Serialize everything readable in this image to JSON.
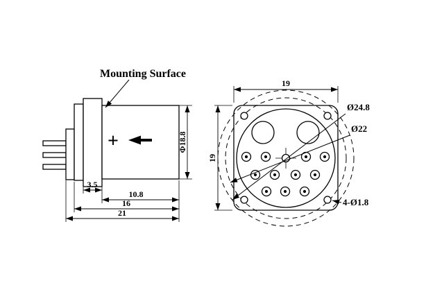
{
  "side_view": {
    "mounting_surface_label": "Mounting Surface",
    "plus_marking": "+",
    "body_diameter": "Φ18.8",
    "dims": {
      "flange_width": "3.5",
      "body_length": "10.8",
      "mid_length": "16",
      "total_length": "21"
    }
  },
  "front_view": {
    "width": "19",
    "height": "19",
    "outer_diameter": "Ø24.8",
    "case_diameter": "Ø22",
    "mounting_holes": "4-Ø1.8"
  },
  "colors": {
    "ink": "#000000",
    "paper": "#ffffff"
  }
}
